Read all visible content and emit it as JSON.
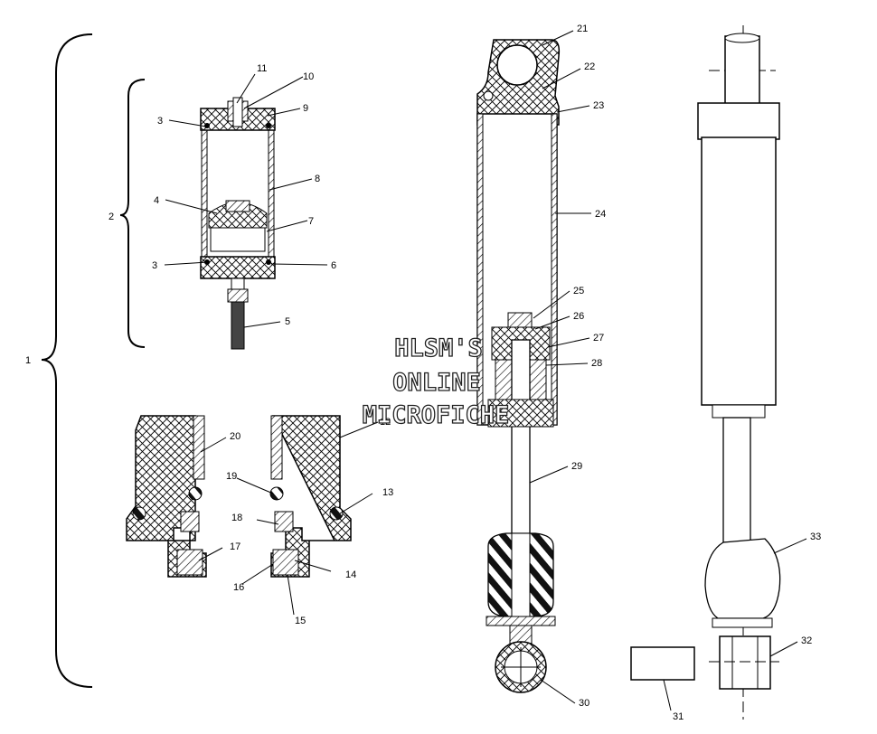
{
  "watermark": {
    "line1": "HLSM'S",
    "line2": "ONLINE",
    "line3": "MICROFICHE"
  },
  "callouts": [
    "1",
    "2",
    "3",
    "4",
    "5",
    "6",
    "7",
    "8",
    "9",
    "10",
    "11",
    "3",
    "13",
    "14",
    "15",
    "16",
    "17",
    "18",
    "19",
    "20",
    "21",
    "22",
    "23",
    "24",
    "25",
    "26",
    "27",
    "28",
    "29",
    "30",
    "31",
    "32",
    "33",
    "12"
  ]
}
